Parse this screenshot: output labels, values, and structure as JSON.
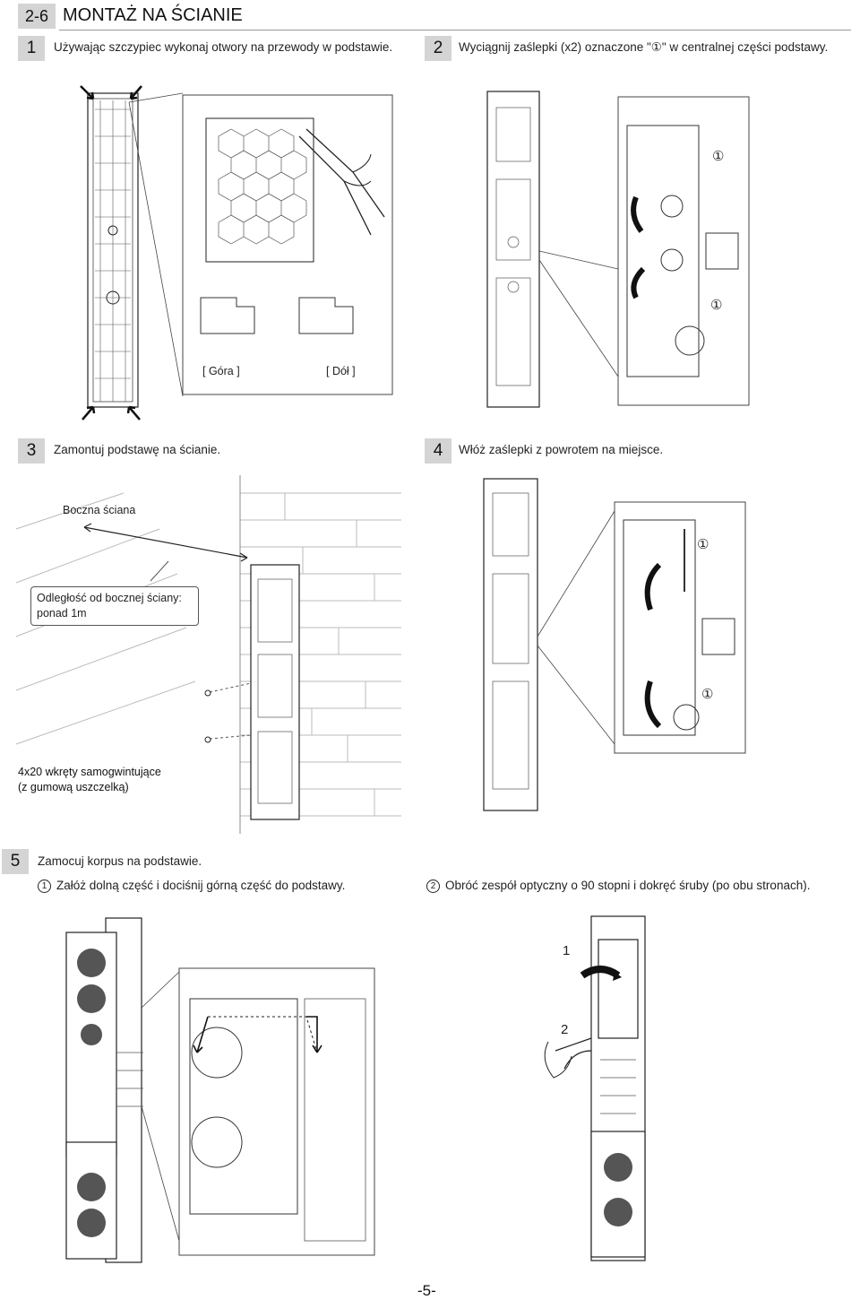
{
  "header": {
    "section_number": "2-6",
    "title": "MONTAŻ NA ŚCIANIE"
  },
  "steps": [
    {
      "number": "1",
      "text": "Używając szczypiec wykonaj otwory na przewody w podstawie."
    },
    {
      "number": "2",
      "text": "Wyciągnij zaślepki (x2) oznaczone \"①\" w centralnej części podstawy."
    },
    {
      "number": "3",
      "text": "Zamontuj podstawę na ścianie."
    },
    {
      "number": "4",
      "text": "Włóż zaślepki z powrotem na miejsce."
    },
    {
      "number": "5",
      "text": "Zamocuj korpus na podstawie."
    }
  ],
  "step1_figure": {
    "label_top": "[ Góra ]",
    "label_bottom": "[ Dół ]"
  },
  "step2_figure": {
    "marker": "①"
  },
  "step3_figure": {
    "side_wall_label": "Boczna ściana",
    "distance_note": [
      "Odległość od bocznej ściany:",
      "ponad 1m"
    ],
    "screws_note": [
      "4x20 wkręty samogwintujące",
      "(z gumową uszczelką)"
    ]
  },
  "step5_substeps": [
    {
      "marker": "1",
      "text": "Załóż dolną część i dociśnij górną część do podstawy."
    },
    {
      "marker": "2",
      "text": "Obróć zespół optyczny o 90 stopni i dokręć śruby (po obu stronach)."
    }
  ],
  "step5_figure": {
    "rotate_label_1": "1",
    "rotate_label_2": "2"
  },
  "footer": {
    "page_number": "-5-"
  }
}
